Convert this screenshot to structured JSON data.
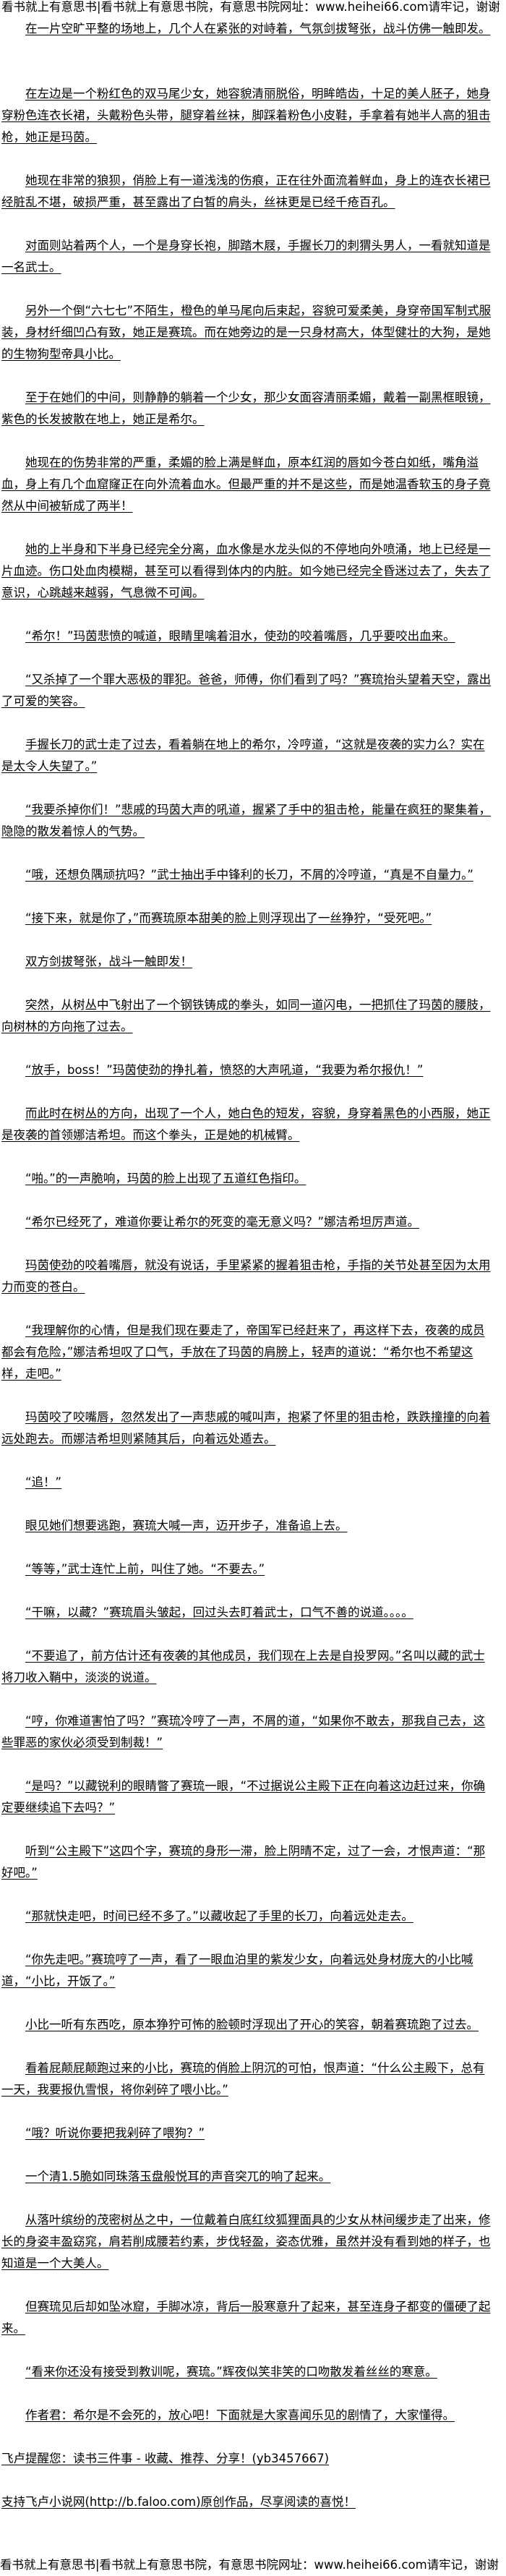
{
  "header_banner": "看书就上有意思书|看书就上有意思书院，有意思书院网址：www.heihei66.com请牢记，谢谢",
  "paragraphs": [
    {
      "text": "在一片空旷平整的场地上，几个人在紧张的对峙着，气氛剑拔弩张，战斗仿佛一触即发。",
      "indent": true
    },
    {
      "text": "在左边是一个粉红色的双马尾少女，她容貌清丽脱俗，明眸皓齿，十足的美人胚子，她身穿粉色连衣长裙，头戴粉色头带，腿穿着丝袜，脚踩着粉色小皮鞋，手拿着有她半人高的狙击枪，她正是玛茵。",
      "indent": true
    },
    {
      "text": "她现在非常的狼狈，俏脸上有一道浅浅的伤痕，正在往外面流着鲜血，身上的连衣长裙已经脏乱不堪，破损严重，甚至露出了白皙的肩头，丝袜更是已经千疮百孔。",
      "indent": true
    },
    {
      "text": "对面则站着两个人，一个是身穿长袍，脚踏木屐，手握长刀的刺猬头男人，一看就知道是一名武士。",
      "indent": true
    },
    {
      "text": "另外一个倒“六七七”不陌生，橙色的单马尾向后束起，容貌可爱柔美，身穿帝国军制式服装，身材纤细凹凸有致，她正是赛琉。而在她旁边的是一只身材高大，体型健壮的大狗，是她的生物狗型帝具小比。",
      "indent": true
    },
    {
      "text": "至于在她们的中间，则静静的躺着一个少女，那少女面容清丽柔媚，戴着一副黑框眼镜，紫色的长发披散在地上，她正是希尔。",
      "indent": true
    },
    {
      "text": "她现在的伤势非常的严重，柔媚的脸上满是鲜血，原本红润的唇如今苍白如纸，嘴角溢血，身上有几个血窟窿正在向外流着血水。但最严重的并不是这些，而是她温香软玉的身子竟然从中间被斩成了两半！",
      "indent": true
    },
    {
      "text": "她的上半身和下半身已经完全分离，血水像是水龙头似的不停地向外喷涌，地上已经是一片血迹。伤口处血肉模糊，甚至可以看得到体内的内脏。如今她已经完全昏迷过去了，失去了意识，心跳越来越弱，气息微不可闻。",
      "indent": true
    },
    {
      "text": "“希尔！”玛茵悲愤的喊道，眼睛里噙着泪水，使劲的咬着嘴唇，几乎要咬出血来。",
      "indent": true
    },
    {
      "text": "“又杀掉了一个罪大恶极的罪犯。爸爸，师傅，你们看到了吗？”赛琉抬头望着天空，露出了可爱的笑容。",
      "indent": true
    },
    {
      "text": "手握长刀的武士走了过去，看着躺在地上的希尔，冷哼道，“这就是夜袭的实力么？实在是太令人失望了。”",
      "indent": true
    },
    {
      "text": "“我要杀掉你们！”悲戚的玛茵大声的吼道，握紧了手中的狙击枪，能量在疯狂的聚集着，隐隐的散发着惊人的气势。",
      "indent": true
    },
    {
      "text": "“哦，还想负隅顽抗吗？”武士抽出手中锋利的长刀，不屑的冷哼道，“真是不自量力。”",
      "indent": true
    },
    {
      "text": "“接下来，就是你了，”而赛琉原本甜美的脸上则浮现出了一丝狰狞，“受死吧。”",
      "indent": true
    },
    {
      "text": "双方剑拔弩张，战斗一触即发！",
      "indent": true
    },
    {
      "text": "突然，从树丛中飞射出了一个钢铁铸成的拳头，如同一道闪电，一把抓住了玛茵的腰肢，向树林的方向拖了过去。",
      "indent": true
    },
    {
      "text": "“放手，boss！”玛茵使劲的挣扎着，愤怒的大声吼道，“我要为希尔报仇！”",
      "indent": true
    },
    {
      "text": "而此时在树丛的方向，出现了一个人，她白色的短发，容貌，身穿着黑色的小西服，她正是夜袭的首领娜洁希坦。而这个拳头，正是她的机械臂。",
      "indent": true
    },
    {
      "text": "“啪。”的一声脆响，玛茵的脸上出现了五道红色指印。",
      "indent": true
    },
    {
      "text": "“希尔已经死了，难道你要让希尔的死变的毫无意义吗？”娜洁希坦厉声道。",
      "indent": true
    },
    {
      "text": "玛茵使劲的咬着嘴唇，就没有说话，手里紧紧的握着狙击枪，手指的关节处甚至因为太用力而变的苍白。",
      "indent": true
    },
    {
      "text": "“我理解你的心情，但是我们现在要走了，帝国军已经赶来了，再这样下去，夜袭的成员都会有危险，”娜洁希坦叹了口气，手放在了玛茵的肩膀上，轻声的道说：“希尔也不希望这样，走吧。”",
      "indent": true
    },
    {
      "text": "玛茵咬了咬嘴唇，忽然发出了一声悲戚的喊叫声，抱紧了怀里的狙击枪，跌跌撞撞的向着远处跑去。而娜洁希坦则紧随其后，向着远处遁去。",
      "indent": true
    },
    {
      "text": "“追！”",
      "indent": true
    },
    {
      "text": "眼见她们想要逃跑，赛琉大喊一声，迈开步子，准备追上去。",
      "indent": true
    },
    {
      "text": "“等等，”武士连忙上前，叫住了她。“不要去。”",
      "indent": true
    },
    {
      "text": "“干嘛，以藏？”赛琉眉头皱起，回过头去盯着武士，口气不善的说道。。。。",
      "indent": true
    },
    {
      "text": "“不要追了，前方估计还有夜袭的其他成员，我们现在上去是自投罗网。”名叫以藏的武士将刀收入鞘中，淡淡的说道。",
      "indent": true
    },
    {
      "text": "“哼，你难道害怕了吗？”赛琉冷哼了一声，不屑的道，“如果你不敢去，那我自己去，这些罪恶的家伙必须受到制裁！”",
      "indent": true
    },
    {
      "text": "“是吗？”以藏锐利的眼睛瞥了赛琉一眼，“不过据说公主殿下正在向着这边赶过来，你确定要继续追下去吗？”",
      "indent": true
    },
    {
      "text": "听到“公主殿下”这四个字，赛琉的身形一滞，脸上阴晴不定，过了一会，才恨声道：“那好吧。”",
      "indent": true
    },
    {
      "text": "“那就快走吧，时间已经不多了。”以藏收起了手里的长刀，向着远处走去。",
      "indent": true
    },
    {
      "text": "“你先走吧。”赛琉哼了一声，看了一眼血泊里的紫发少女，向着远处身材庞大的小比喊道，“小比，开饭了。”",
      "indent": true
    },
    {
      "text": "小比一听有东西吃，原本狰狞可怖的脸顿时浮现出了开心的笑容，朝着赛琉跑了过去。",
      "indent": true
    },
    {
      "text": "看着屁颠屁颠跑过来的小比，赛琉的俏脸上阴沉的可怕，恨声道：“什么公主殿下，总有一天，我要报仇雪恨，将你剁碎了喂小比。”",
      "indent": true
    },
    {
      "text": "“哦？听说你要把我剁碎了喂狗？”",
      "indent": true
    },
    {
      "text": "一个清1.5脆如同珠落玉盘般悦耳的声音突兀的响了起来。",
      "indent": true
    },
    {
      "text": "从落叶缤纷的茂密树丛之中，一位戴着白底红纹狐狸面具的少女从林间缓步走了出来，修长的身姿丰盈窈窕，肩若削成腰若约素，步伐轻盈，姿态优雅，虽然并没有看到她的样子，也知道是一个大美人。",
      "indent": true
    },
    {
      "text": "但赛琉见后却如坠冰窟，手脚冰凉，背后一股寒意升了起来，甚至连身子都变的僵硬了起来。",
      "indent": true
    },
    {
      "text": "“看来你还没有接受到教训呢，赛琉。”辉夜似笑非笑的口吻散发着丝丝的寒意。",
      "indent": true
    },
    {
      "text": "作者君：希尔是不会死的，放心吧！下面就是大家喜闻乐见的剧情了，大家懂得。",
      "indent": true
    },
    {
      "text": "飞卢提醒您：读书三件事 - 收藏、推荐、分享！(yb3457667)",
      "indent": false
    },
    {
      "text": "支持飞卢小说网(http://b.faloo.com)原创作品，尽享阅读的喜悦！",
      "indent": false
    }
  ],
  "footer_banner": "看书就上有意思书|看书就上有意思书院，有意思书院网址：www.heihei66.com请牢记，谢谢"
}
